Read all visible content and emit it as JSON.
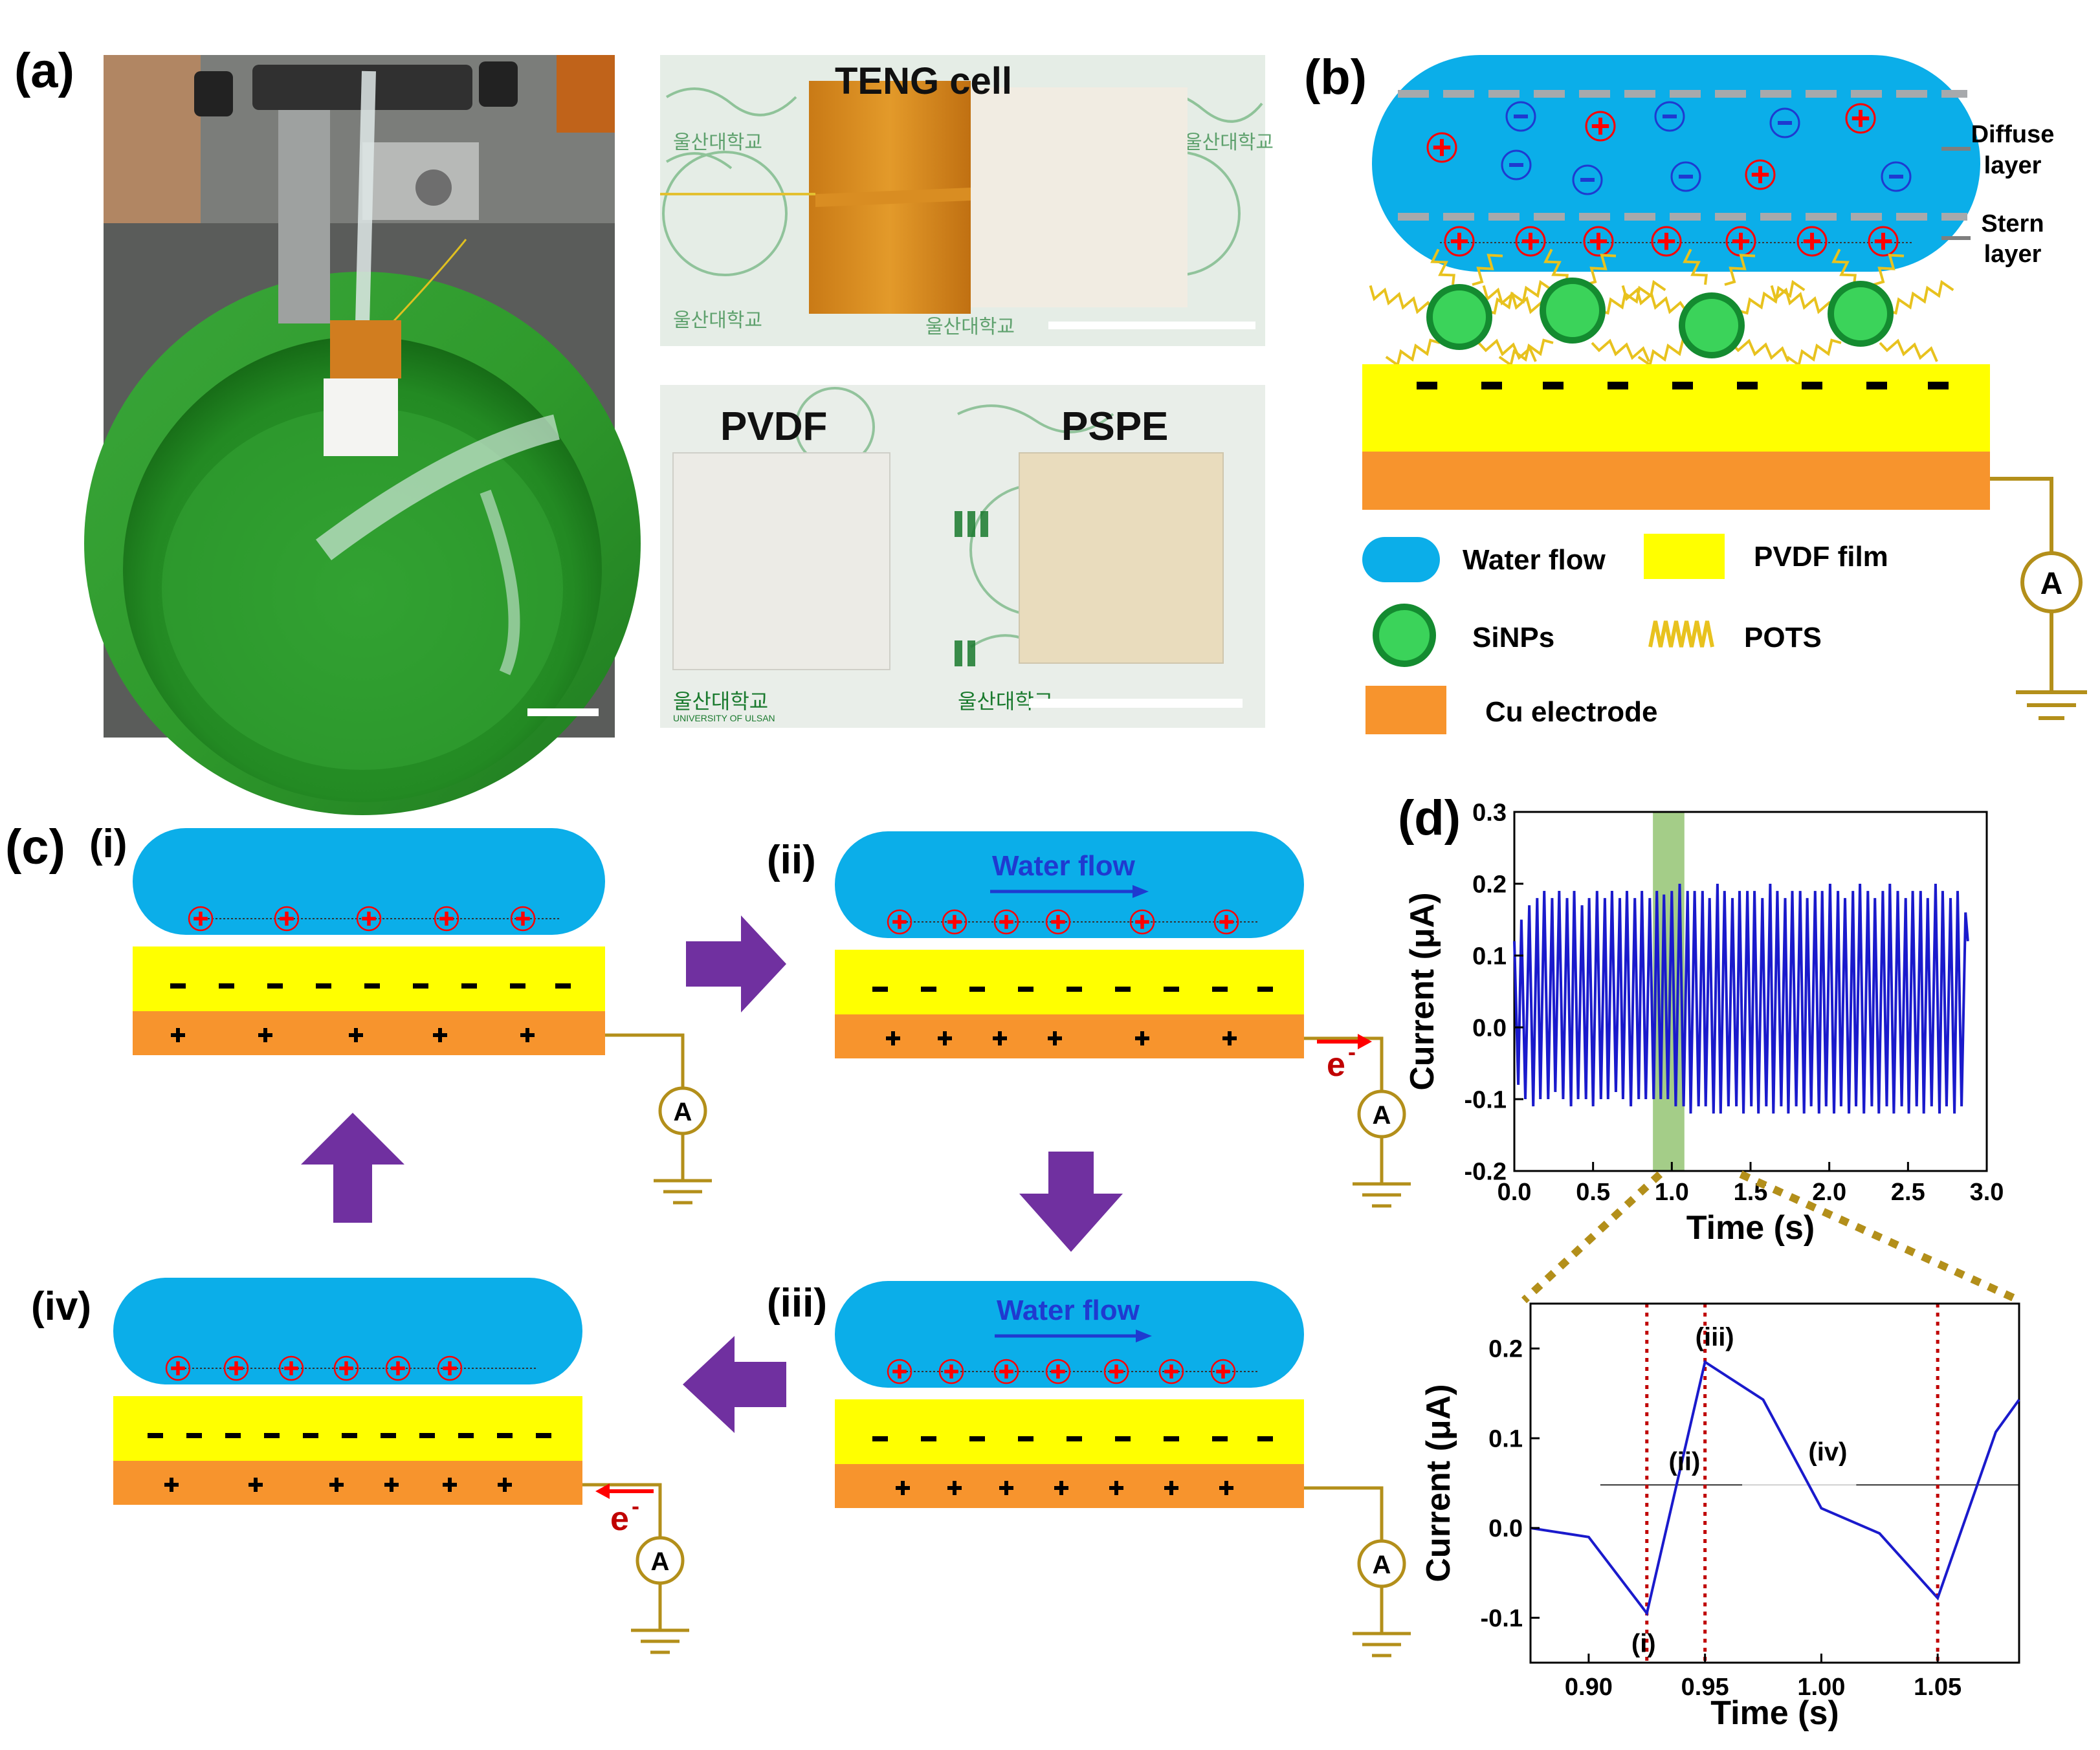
{
  "panels": {
    "a": "(a)",
    "b": "(b)",
    "c": "(c)",
    "d": "(d)"
  },
  "panel_a": {
    "teng_label": "TENG cell",
    "pvdf_label": "PVDF",
    "pspe_label": "PSPE",
    "watermark_kr": "울산대학교",
    "watermark_en": "UNIVERSITY OF ULSAN"
  },
  "panel_b": {
    "diffuse_line1": "Diffuse",
    "diffuse_line2": "layer",
    "stern_line1": "Stern",
    "stern_line2": "layer",
    "ammeter": "A",
    "legend": {
      "water_flow": "Water flow",
      "pvdf_film": "PVDF film",
      "sinps": "SiNPs",
      "pots": "POTS",
      "cu_electrode": "Cu electrode"
    }
  },
  "panel_c": {
    "step_i": "(i)",
    "step_ii": "(ii)",
    "step_iii": "(iii)",
    "step_iv": "(iv)",
    "water_flow": "Water flow",
    "electron": "e",
    "electron_sup": "-",
    "ammeter": "A"
  },
  "colors": {
    "water": "#0baee9",
    "pvdf": "#ffff00",
    "copper": "#f7942d",
    "sinp": "#1aab3c",
    "pots": "#e8c21e",
    "wire": "#b38f1a",
    "arrow": "#7030a0",
    "charge": "#ff0000",
    "ion_neg": "#1f4de0",
    "curve": "#1a1acc",
    "highlight": "#8dc06a"
  },
  "chart_data": [
    {
      "type": "line",
      "xlabel": "Time (s)",
      "ylabel": "Current (μA)",
      "xlim": [
        0,
        3
      ],
      "ylim": [
        -0.2,
        0.3
      ],
      "xticks": [
        "0.0",
        "0.5",
        "1.0",
        "1.5",
        "2.0",
        "2.5",
        "3.0"
      ],
      "yticks": [
        "-0.2",
        "-0.1",
        "0.0",
        "0.1",
        "0.2",
        "0.3"
      ],
      "x": [
        0.0,
        0.025,
        0.045,
        0.07,
        0.095,
        0.12,
        0.145,
        0.165,
        0.19,
        0.215,
        0.24,
        0.26,
        0.285,
        0.31,
        0.335,
        0.36,
        0.38,
        0.405,
        0.43,
        0.455,
        0.475,
        0.5,
        0.525,
        0.55,
        0.575,
        0.595,
        0.62,
        0.645,
        0.67,
        0.69,
        0.715,
        0.74,
        0.765,
        0.79,
        0.81,
        0.835,
        0.86,
        0.885,
        0.905,
        0.93,
        0.95,
        0.975,
        1.0,
        1.025,
        1.05,
        1.075,
        1.1,
        1.12,
        1.145,
        1.17,
        1.195,
        1.215,
        1.24,
        1.265,
        1.29,
        1.31,
        1.335,
        1.36,
        1.385,
        1.41,
        1.43,
        1.455,
        1.48,
        1.505,
        1.525,
        1.55,
        1.575,
        1.6,
        1.625,
        1.645,
        1.67,
        1.695,
        1.72,
        1.74,
        1.765,
        1.79,
        1.815,
        1.84,
        1.86,
        1.885,
        1.91,
        1.935,
        1.955,
        1.98,
        2.005,
        2.03,
        2.055,
        2.075,
        2.1,
        2.125,
        2.15,
        2.17,
        2.195,
        2.22,
        2.245,
        2.27,
        2.29,
        2.315,
        2.34,
        2.365,
        2.385,
        2.41,
        2.435,
        2.46,
        2.485,
        2.505,
        2.53,
        2.555,
        2.58,
        2.6,
        2.625,
        2.65,
        2.675,
        2.7,
        2.72,
        2.745,
        2.77,
        2.795,
        2.815,
        2.84,
        2.865,
        2.88
      ],
      "y": [
        0.12,
        -0.08,
        0.15,
        -0.1,
        0.17,
        -0.11,
        0.18,
        -0.1,
        0.19,
        -0.1,
        0.18,
        -0.09,
        0.19,
        -0.1,
        0.18,
        -0.11,
        0.19,
        -0.1,
        0.17,
        -0.1,
        0.18,
        -0.11,
        0.19,
        -0.1,
        0.18,
        -0.1,
        0.19,
        -0.09,
        0.18,
        -0.1,
        0.19,
        -0.11,
        0.18,
        -0.1,
        0.19,
        -0.1,
        0.18,
        -0.1,
        0.19,
        -0.1,
        0.185,
        -0.1,
        0.19,
        -0.11,
        0.2,
        -0.11,
        0.19,
        -0.12,
        0.19,
        -0.11,
        0.19,
        -0.11,
        0.18,
        -0.12,
        0.2,
        -0.12,
        0.19,
        -0.11,
        0.18,
        -0.11,
        0.19,
        -0.12,
        0.19,
        -0.11,
        0.19,
        -0.12,
        0.18,
        -0.11,
        0.2,
        -0.12,
        0.19,
        -0.11,
        0.18,
        -0.12,
        0.19,
        -0.11,
        0.19,
        -0.12,
        0.18,
        -0.11,
        0.19,
        -0.12,
        0.19,
        -0.11,
        0.2,
        -0.12,
        0.19,
        -0.11,
        0.18,
        -0.12,
        0.19,
        -0.11,
        0.2,
        -0.12,
        0.19,
        -0.11,
        0.18,
        -0.12,
        0.19,
        -0.11,
        0.2,
        -0.12,
        0.19,
        -0.11,
        0.18,
        -0.12,
        0.19,
        -0.11,
        0.19,
        -0.12,
        0.18,
        -0.11,
        0.2,
        -0.12,
        0.19,
        -0.11,
        0.18,
        -0.12,
        0.19,
        -0.11,
        0.16,
        0.12
      ],
      "highlight_x": [
        0.88,
        1.08
      ]
    },
    {
      "type": "line",
      "xlabel": "Time (s)",
      "ylabel": "Current (μA)",
      "xlim": [
        0.875,
        1.085
      ],
      "ylim": [
        -0.15,
        0.25
      ],
      "xticks": [
        "0.90",
        "0.95",
        "1.00",
        "1.05"
      ],
      "yticks": [
        "-0.1",
        "0.0",
        "0.1",
        "0.2"
      ],
      "x": [
        0.875,
        0.9,
        0.925,
        0.95,
        0.975,
        1.0,
        1.025,
        1.05,
        1.075,
        1.085
      ],
      "y": [
        0.0,
        -0.01,
        -0.095,
        0.185,
        0.143,
        0.022,
        -0.006,
        -0.078,
        0.107,
        0.143
      ],
      "annotations": [
        {
          "label": "(i)",
          "x": 0.925,
          "y": -0.095
        },
        {
          "label": "(ii)",
          "x": 0.937,
          "y": 0.05
        },
        {
          "label": "(iii)",
          "x": 0.95,
          "y": 0.185
        },
        {
          "label": "(iv)",
          "x": 1.0,
          "y": 0.05
        }
      ],
      "markers_x": [
        0.925,
        0.95,
        1.05
      ],
      "reference_y": 0.048
    }
  ]
}
